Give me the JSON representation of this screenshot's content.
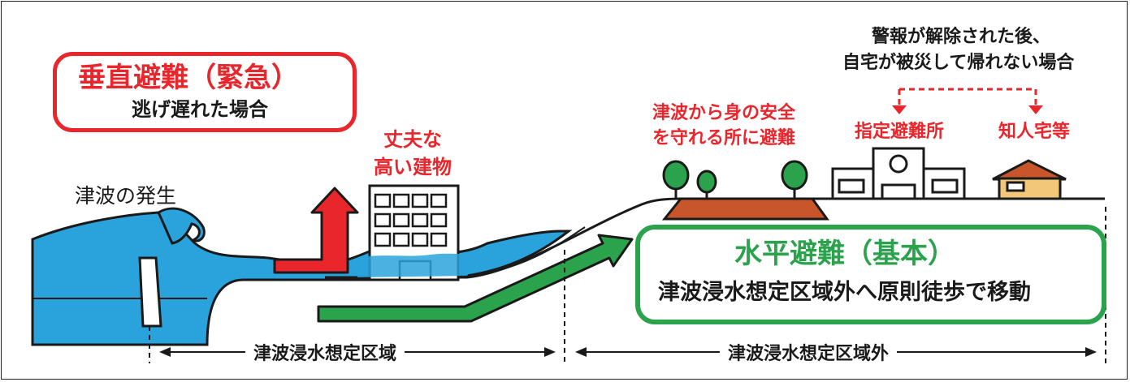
{
  "vertical": {
    "title": "垂直避難（緊急）",
    "subtitle": "逃げ遅れた場合"
  },
  "horizontal": {
    "title": "水平避難（基本）",
    "subtitle": "津波浸水想定区域外へ原則徒歩で移動"
  },
  "labels": {
    "tsunami": "津波の発生",
    "building_line1": "丈夫な",
    "building_line2": "高い建物",
    "safe_line1": "津波から身の安全",
    "safe_line2": "を守れる所に避難",
    "shelter": "指定避難所",
    "friend_house": "知人宅等",
    "note_line1": "警報が解除された後、",
    "note_line2": "自宅が被災して帰れない場合"
  },
  "ranges": {
    "inside": "津波浸水想定区域",
    "outside": "津波浸水想定区域外"
  },
  "colors": {
    "red": "#e8262c",
    "green": "#2ba24c",
    "water": "#2aa3dc",
    "ground": "#c9552b",
    "house": "#f2c77a"
  }
}
